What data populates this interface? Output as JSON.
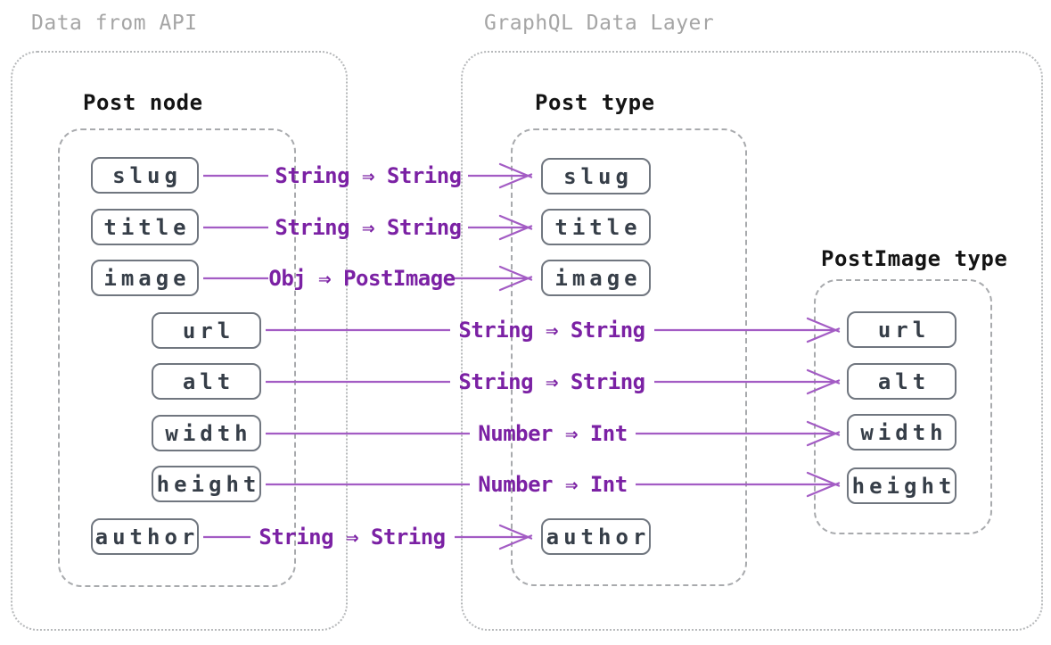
{
  "diagram": {
    "api_section": {
      "label": "Data from API",
      "group_title": "Post node",
      "fields": [
        "slug",
        "title",
        "image",
        "author"
      ],
      "image_fields": [
        "url",
        "alt",
        "width",
        "height"
      ]
    },
    "graphql_section": {
      "label": "GraphQL Data Layer",
      "post_type": {
        "title": "Post type",
        "fields": [
          "slug",
          "title",
          "image",
          "author"
        ]
      },
      "post_image_type": {
        "title": "PostImage type",
        "fields": [
          "url",
          "alt",
          "width",
          "height"
        ]
      }
    },
    "mappings": [
      {
        "from": "slug",
        "to": "slug",
        "label": "String ⇒ String"
      },
      {
        "from": "title",
        "to": "title",
        "label": "String ⇒ String"
      },
      {
        "from": "image",
        "to": "image",
        "label": "Obj ⇒ PostImage"
      },
      {
        "from": "url",
        "to": "url",
        "label": "String ⇒ String"
      },
      {
        "from": "alt",
        "to": "alt",
        "label": "String ⇒ String"
      },
      {
        "from": "width",
        "to": "width",
        "label": "Number ⇒ Int"
      },
      {
        "from": "height",
        "to": "height",
        "label": "Number ⇒ Int"
      },
      {
        "from": "author",
        "to": "author",
        "label": "String ⇒ String"
      }
    ],
    "colors": {
      "arrow": "#a35cc4",
      "arrow_label": "#7b21a4",
      "box_border": "#70767f",
      "box_text": "#363e48",
      "dashed_border": "#a8aaad",
      "dotted_border": "#b6b8ba",
      "section_label": "#a5a5a5",
      "heading": "#141414"
    }
  }
}
